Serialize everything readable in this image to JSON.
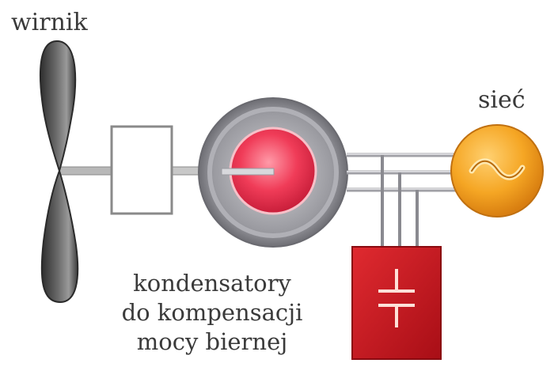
{
  "labels": {
    "rotor": "wirnik",
    "grid": "sieć",
    "capacitors": [
      "kondensatory",
      "do kompensacji",
      "mocy biernej"
    ]
  },
  "components": {
    "rotor": {
      "icon": "rotor-blade-icon",
      "color": "#4a4a4a"
    },
    "gearbox": {
      "icon": "gearbox-box",
      "color": "#ffffff"
    },
    "generator": {
      "icon": "generator-icon",
      "outer_color": "#8f8f96",
      "inner_color": "#e8384f"
    },
    "grid": {
      "icon": "ac-source-icon",
      "color": "#f0a020"
    },
    "capacitor_bank": {
      "icon": "capacitor-icon",
      "color": "#c8141e"
    }
  },
  "colors": {
    "wire": "#7a7a7a",
    "line": "#9a9a9a",
    "text": "#3a3a3a"
  }
}
